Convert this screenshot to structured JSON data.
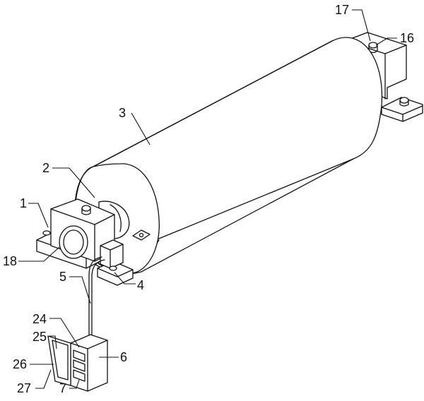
{
  "callouts": {
    "c1": "1",
    "c2": "2",
    "c3": "3",
    "c4": "4",
    "c5": "5",
    "c6": "6",
    "c7": "7",
    "c16": "16",
    "c17": "17",
    "c18": "18",
    "c24": "24",
    "c25": "25",
    "c26": "26",
    "c27": "27"
  }
}
